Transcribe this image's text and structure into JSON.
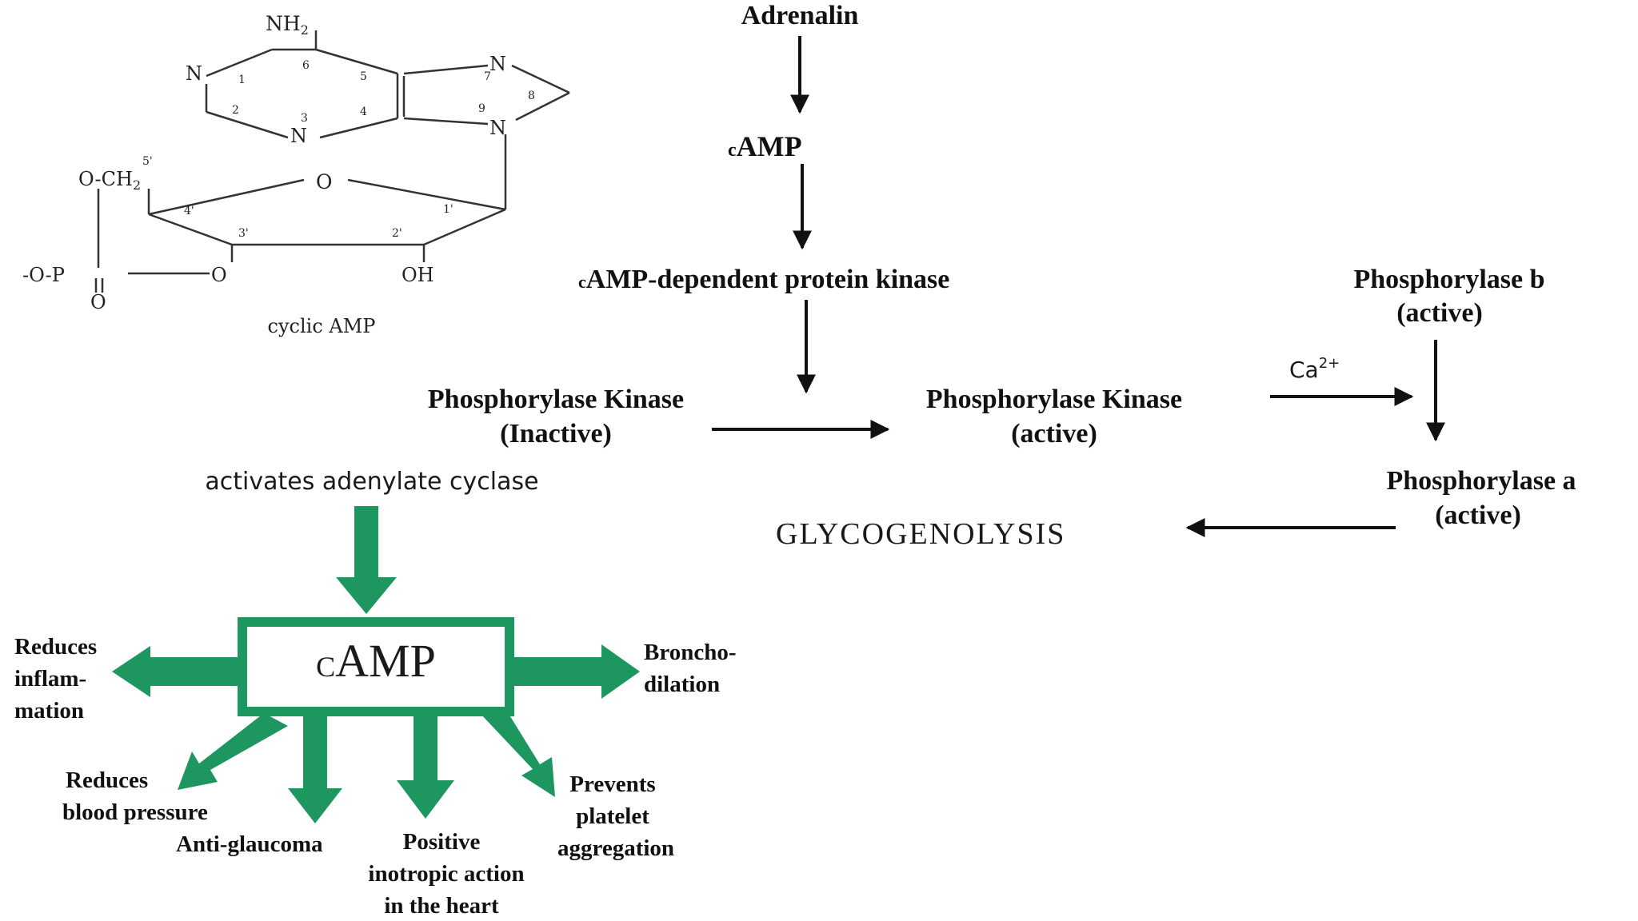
{
  "molecule": {
    "caption": "cyclic AMP",
    "nh2": "NH",
    "nh2_sub": "2",
    "atom_n": "N",
    "atom_o": "O",
    "oh": "OH",
    "och2": "O-CH",
    "och2_sub": "2",
    "phosphate": "-O-P",
    "num_1": "1",
    "num_2": "2",
    "num_3": "3",
    "num_4": "4",
    "num_5": "5",
    "num_6": "6",
    "num_7": "7",
    "num_8": "8",
    "num_9": "9",
    "p_1": "1'",
    "p_2": "2'",
    "p_3": "3'",
    "p_4": "4'",
    "p_5": "5'"
  },
  "pathway": {
    "adrenalin": "Adrenalin",
    "camp_prefix": "c",
    "camp": "AMP",
    "pka_prefix": "c",
    "pka": "AMP-dependent protein kinase",
    "phk_inactive_1": "Phosphorylase Kinase",
    "phk_inactive_2": "(Inactive)",
    "phk_active_1": "Phosphorylase Kinase",
    "phk_active_2": "(active)",
    "ca": "Ca",
    "ca_sup": "2+",
    "phb_1": "Phosphorylase b",
    "phb_2": "(active)",
    "pha_1": "Phosphorylase a",
    "pha_2": "(active)",
    "glycogenolysis": "GLYCOGENOLYSIS"
  },
  "effects": {
    "activates": "activates adenylate cyclase",
    "box_prefix": "C",
    "box_label": "AMP",
    "inflammation": [
      "Reduces",
      "inflam-",
      "mation"
    ],
    "broncho": [
      "Broncho-",
      "dilation"
    ],
    "blood_pressure": [
      "Reduces",
      "blood pressure"
    ],
    "glaucoma": "Anti-glaucoma",
    "inotropic": [
      "Positive",
      "inotropic action",
      "in the heart"
    ],
    "platelet": [
      "Prevents",
      "platelet",
      "aggregation"
    ]
  },
  "colors": {
    "arrow_green": "#1d9660",
    "ink": "#111111"
  }
}
